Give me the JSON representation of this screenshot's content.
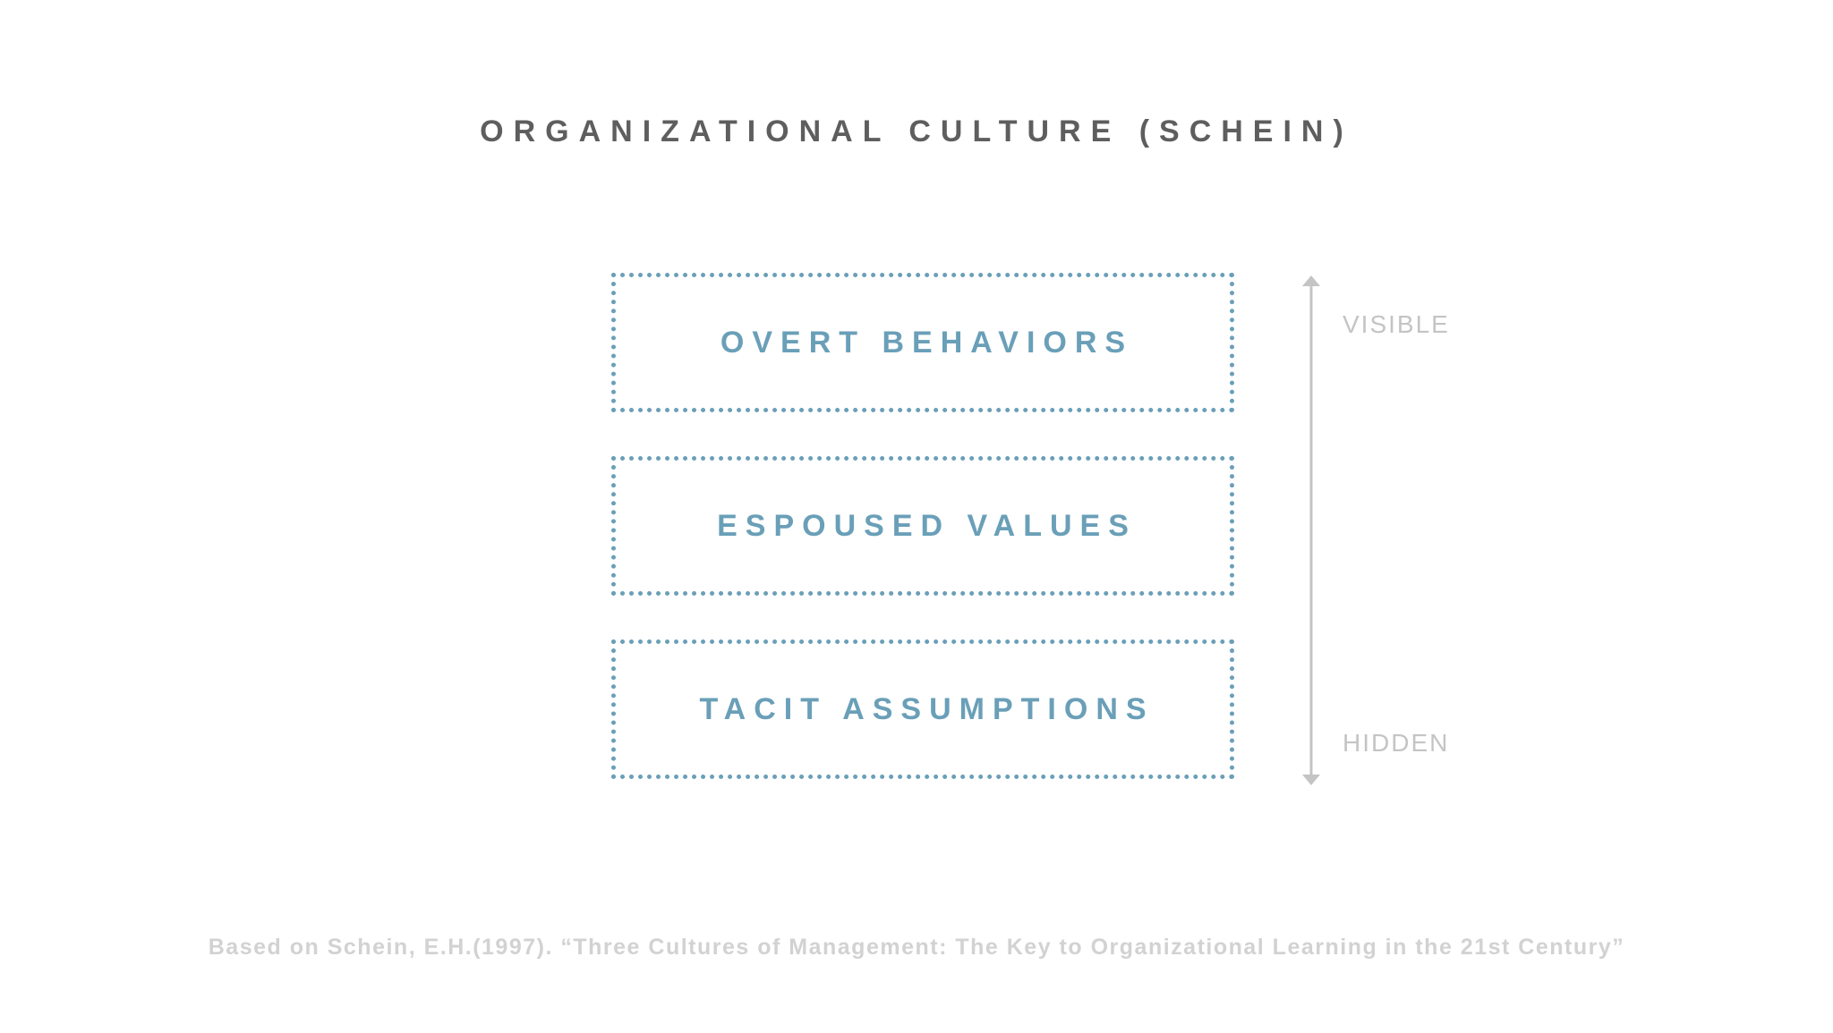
{
  "title": "ORGANIZATIONAL CULTURE (SCHEIN)",
  "layers": [
    {
      "label": "OVERT BEHAVIORS"
    },
    {
      "label": "ESPOUSED VALUES"
    },
    {
      "label": "TACIT ASSUMPTIONS"
    }
  ],
  "axis": {
    "top_label": "VISIBLE",
    "bottom_label": "HIDDEN"
  },
  "citation": "Based on Schein, E.H.(1997). “Three Cultures of Management: The Key to Organizational Learning in the 21st Century”",
  "colors": {
    "title": "#5e5e5e",
    "layer_accent": "#6a9fb8",
    "axis": "#c4c4c4",
    "citation": "#d2d2d2"
  }
}
